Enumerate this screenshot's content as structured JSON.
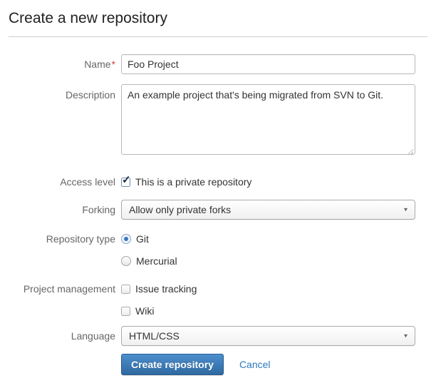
{
  "page": {
    "title": "Create a new repository"
  },
  "form": {
    "name": {
      "label": "Name",
      "required_marker": "*",
      "value": "Foo Project"
    },
    "description": {
      "label": "Description",
      "value": "An example project that's being migrated from SVN to Git."
    },
    "access_level": {
      "label": "Access level",
      "checkbox_label": "This is a private repository",
      "checked": true
    },
    "forking": {
      "label": "Forking",
      "selected": "Allow only private forks"
    },
    "repository_type": {
      "label": "Repository type",
      "options": [
        {
          "label": "Git",
          "selected": true
        },
        {
          "label": "Mercurial",
          "selected": false
        }
      ]
    },
    "project_management": {
      "label": "Project management",
      "options": [
        {
          "label": "Issue tracking",
          "checked": false
        },
        {
          "label": "Wiki",
          "checked": false
        }
      ]
    },
    "language": {
      "label": "Language",
      "selected": "HTML/CSS"
    },
    "actions": {
      "submit_label": "Create repository",
      "cancel_label": "Cancel"
    }
  },
  "icons": {
    "check": "✓",
    "dropdown_arrow": "▾"
  },
  "colors": {
    "accent_blue": "#3572b0",
    "button_gradient_top": "#4b8fce",
    "button_gradient_bottom": "#3069a0",
    "link_blue": "#2f79bd",
    "required_red": "#d04437",
    "label_gray": "#666666"
  }
}
